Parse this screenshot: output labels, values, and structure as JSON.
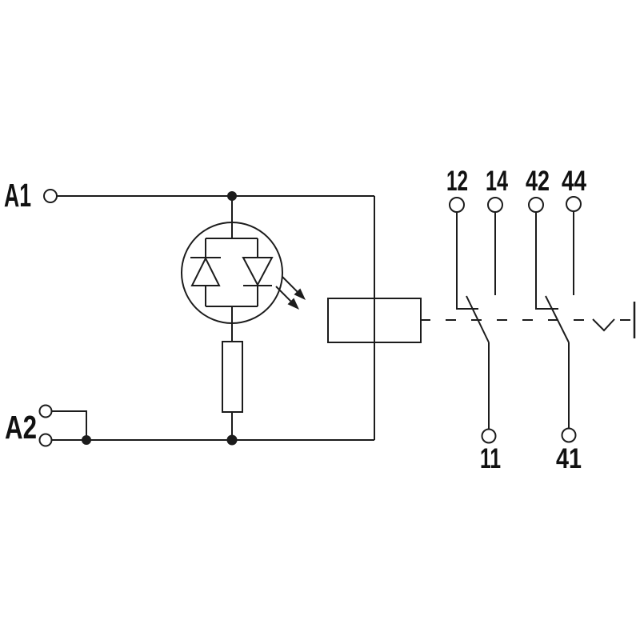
{
  "diagram": {
    "kind": "relay-module-wiring-schematic",
    "background_color": "#ffffff",
    "line_color": "#1c1c1c",
    "coil_terminals": {
      "a1": {
        "label": "A1"
      },
      "a2": {
        "label": "A2"
      }
    },
    "contacts": {
      "top_terminals": [
        {
          "label": "12"
        },
        {
          "label": "14"
        },
        {
          "label": "42"
        },
        {
          "label": "44"
        }
      ],
      "bottom_terminals": [
        {
          "label": "11"
        },
        {
          "label": "41"
        }
      ]
    },
    "symbols": [
      "indicator-led-with-antiparallel-diode",
      "series-resistor",
      "relay-coil",
      "mechanical-link-dashed-line",
      "changeover-contact",
      "changeover-contact",
      "actuator-v-symbol",
      "mechanical-end-bar"
    ]
  }
}
